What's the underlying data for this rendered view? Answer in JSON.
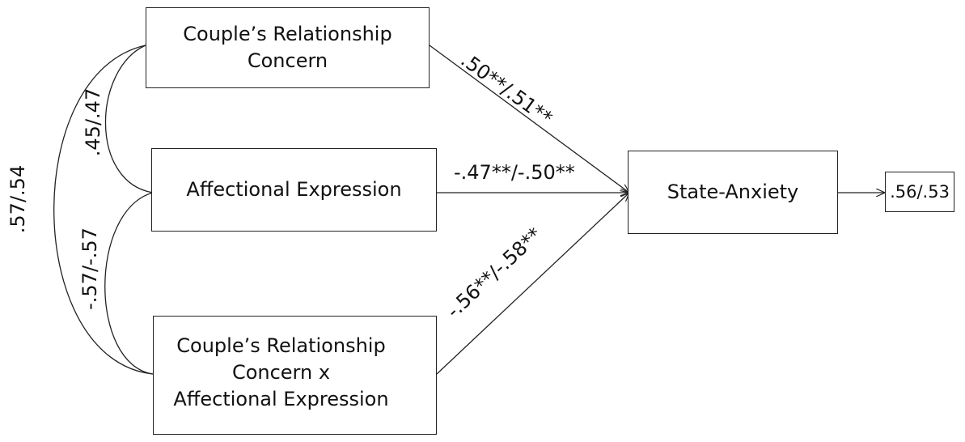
{
  "nodes": {
    "relationship_concern": "Couple’s Relationship\nConcern",
    "affectional_expression": "Affectional Expression",
    "interaction": "Couple’s Relationship\nConcern x\nAffectional Expression",
    "state_anxiety": "State-Anxiety",
    "r_squared": ".56/.53"
  },
  "paths": {
    "concern_to_anxiety": ".50**/.51**",
    "expression_to_anxiety": "-.47**/-.50**",
    "interaction_to_anxiety": "-.56**/-.58**"
  },
  "correlations": {
    "concern_expression": ".45/.47",
    "expression_interaction": "-.57/-.57",
    "concern_interaction": ".57/.54"
  }
}
